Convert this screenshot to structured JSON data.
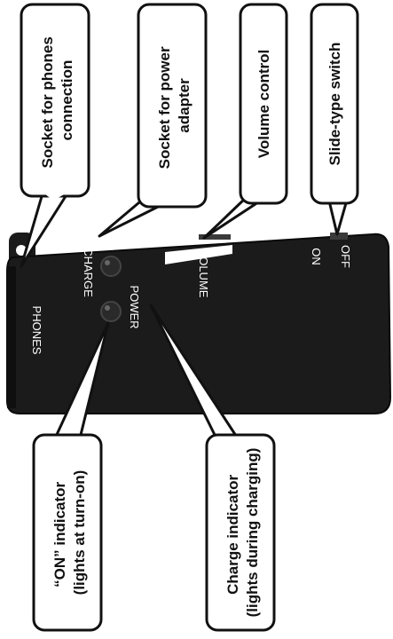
{
  "callouts": {
    "phones_socket": [
      "Socket for phones",
      "connection"
    ],
    "power_socket": [
      "Socket for power",
      "adapter"
    ],
    "volume": [
      "Volume control"
    ],
    "switch": [
      "Slide-type switch"
    ],
    "on_indicator": [
      "“ON” indicator",
      "(lights at turn-on)"
    ],
    "charge_indicator": [
      "Charge indicator",
      "(lights during charging)"
    ]
  },
  "device_labels": {
    "phones": "PHONES",
    "charge": "CHARGE",
    "power": "POWER",
    "volume": "VOLUME",
    "on": "ON",
    "off": "OFF"
  },
  "colors": {
    "device_body": "#1b1b1b",
    "device_edge": "#0a0a0a",
    "label_text": "#ffffff",
    "outline": "#111111"
  }
}
